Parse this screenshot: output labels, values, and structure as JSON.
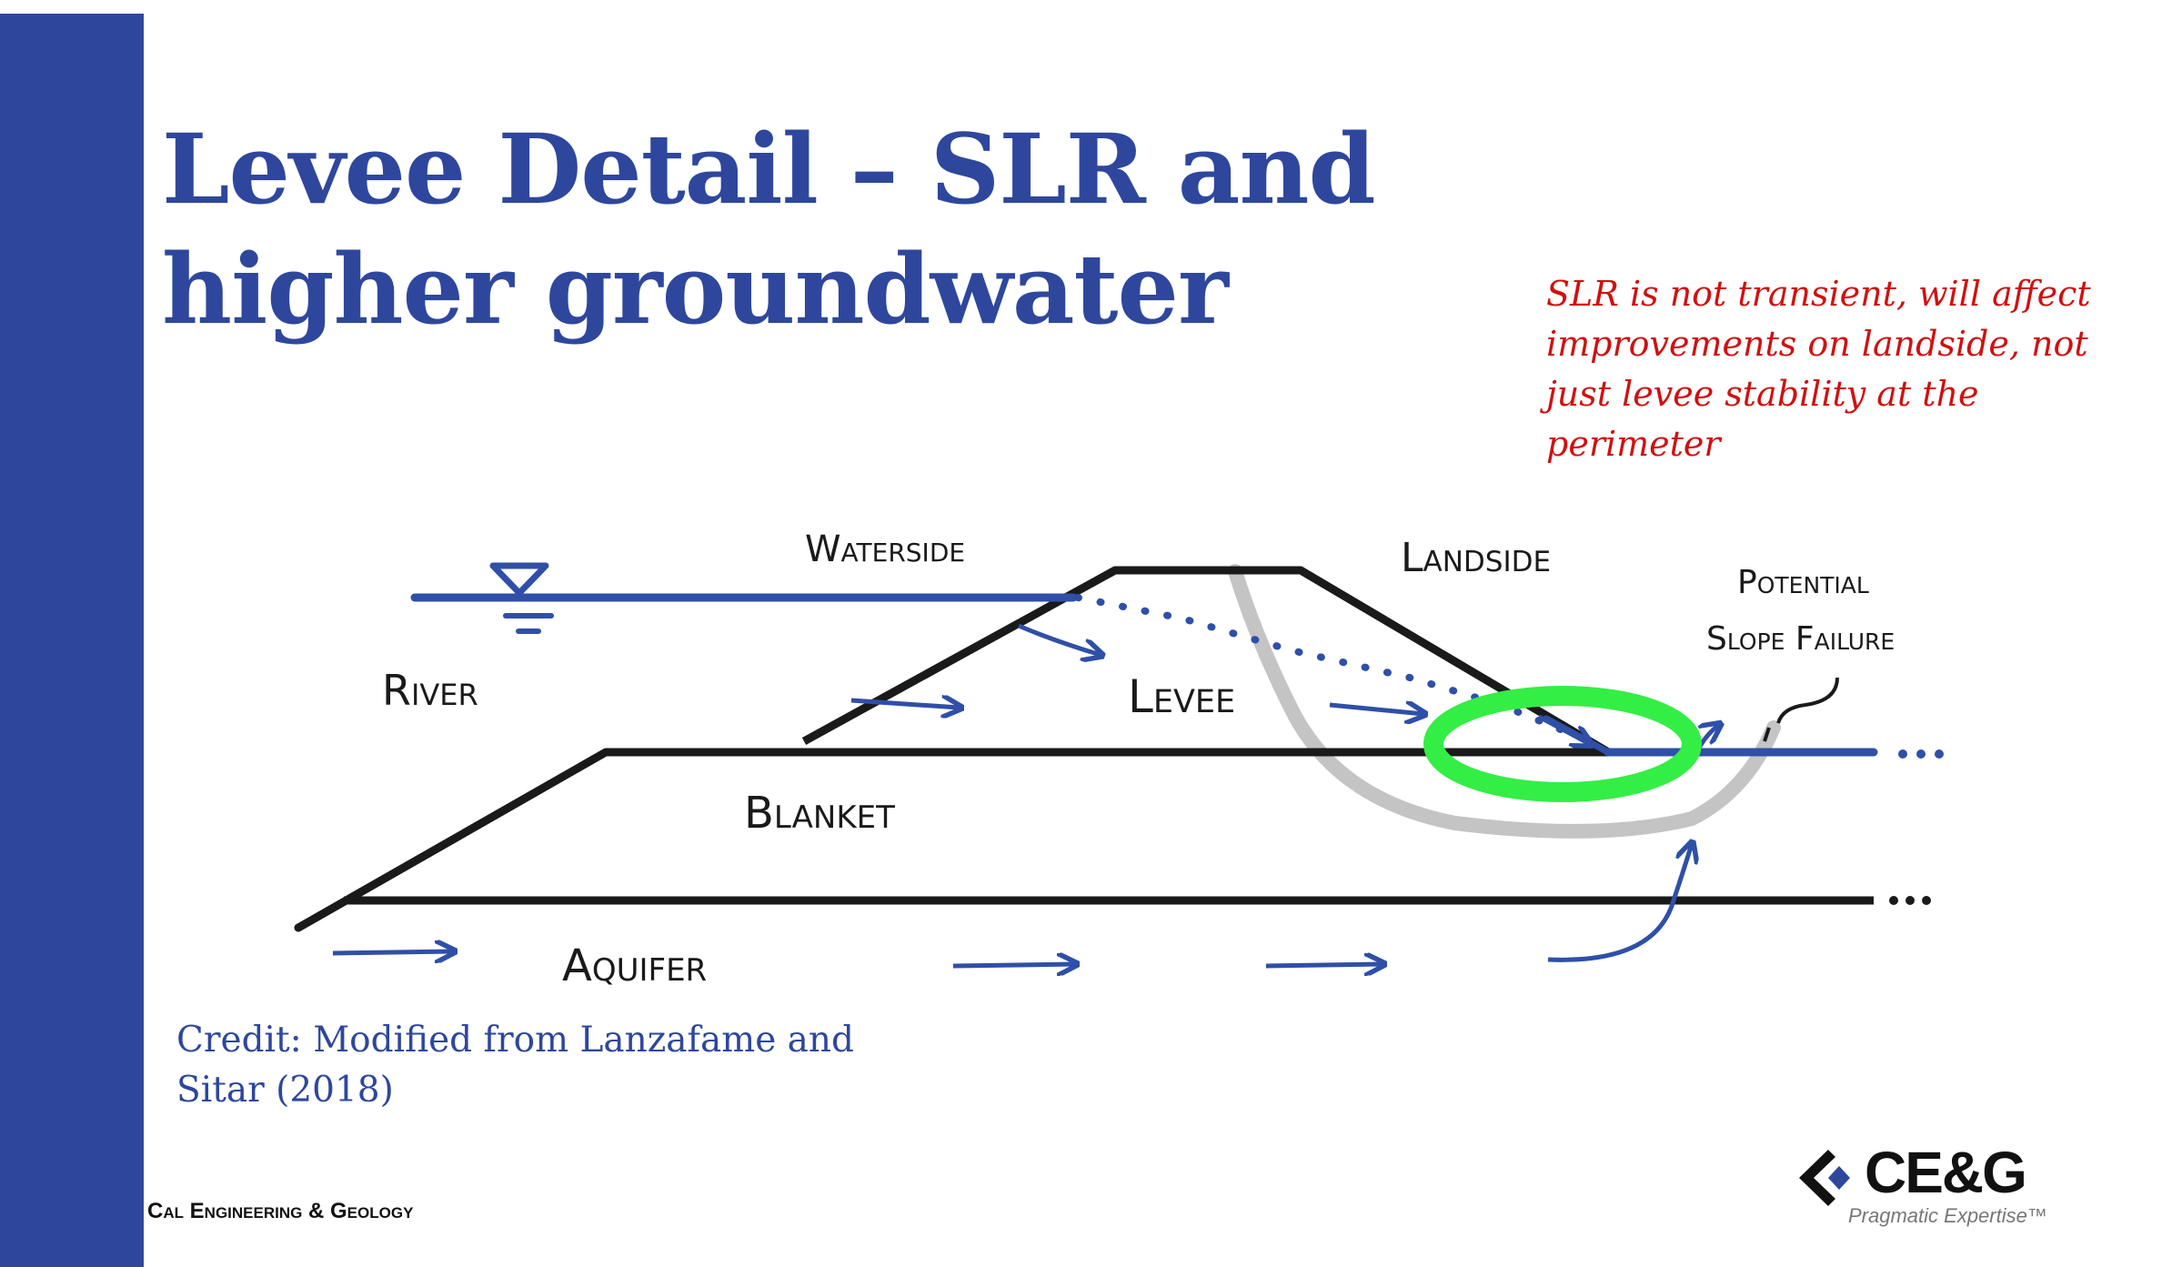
{
  "slide": {
    "title_line1": "Levee Detail – SLR and",
    "title_line2": "higher groundwater",
    "note": "SLR is not transient, will affect improvements on landside, not just levee stability at the perimeter",
    "credit_line1": "Credit:  Modified from Lanzafame and",
    "credit_line2": "Sitar (2018)",
    "company": "Cal Engineering & Geology",
    "logo_name": "CE&G",
    "logo_tagline": "Pragmatic Expertise™"
  },
  "diagram": {
    "labels": {
      "waterside": "Waterside",
      "landside": "Landside",
      "river": "River",
      "levee": "Levee",
      "blanket": "Blanket",
      "aquifer": "Aquifer",
      "potential": "Potential",
      "slope_failure": "Slope Failure"
    }
  },
  "colors": {
    "brand_blue": "#2e479d",
    "water_blue": "#2f4fa8",
    "note_red": "#d01010",
    "highlight_green": "#33ee44",
    "failure_gray": "#c4c4c4",
    "outline_black": "#1a1a1a"
  }
}
